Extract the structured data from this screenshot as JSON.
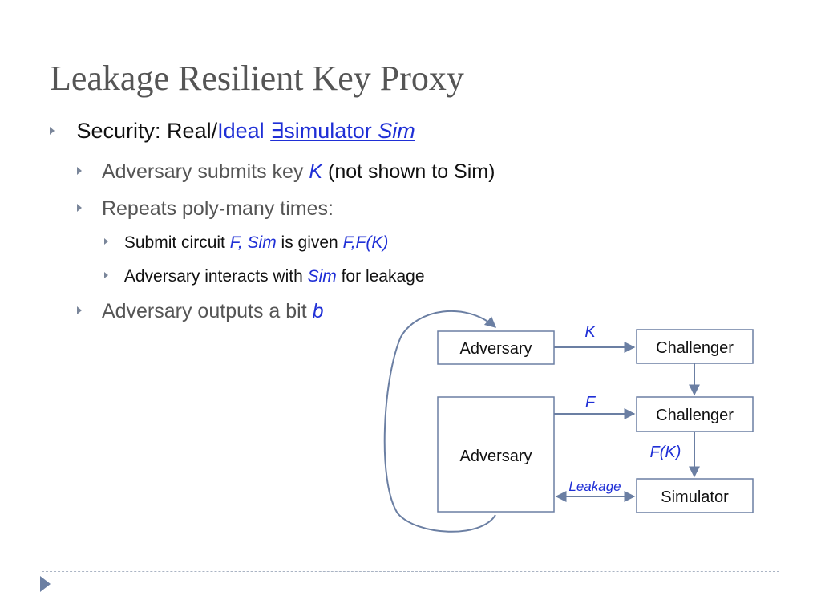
{
  "slide": {
    "title": "Leakage Resilient Key Proxy"
  },
  "bullets": {
    "b1": {
      "prefix": "Security: Real/",
      "ideal": "Ideal",
      "exists": "∃simulator ",
      "sim": "Sim"
    },
    "b2": {
      "text": "Adversary submits key ",
      "key": "K",
      "suffix": " (not shown to Sim)"
    },
    "b3": {
      "text": "Repeats poly-many times:"
    },
    "b4": {
      "text": "Submit circuit ",
      "f": "F,",
      "space": " ",
      "sim": "Sim",
      "mid": " is given ",
      "ffk": "F,F(K)"
    },
    "b5": {
      "text": "Adversary interacts with ",
      "sim": "Sim",
      "suffix": " for leakage"
    },
    "b6": {
      "text": "Adversary outputs a bit ",
      "b": "b"
    }
  },
  "diagram": {
    "adversary_top": "Adversary",
    "challenger_top": "Challenger",
    "adversary_big": "Adversary",
    "challenger_mid": "Challenger",
    "simulator": "Simulator",
    "edge_k": "K",
    "edge_f": "F",
    "edge_fk": "F(K)",
    "edge_leakage": "Leakage"
  },
  "colors": {
    "accent": "#1f2fd6",
    "arrow": "#6b7fa3",
    "title": "#555555"
  }
}
